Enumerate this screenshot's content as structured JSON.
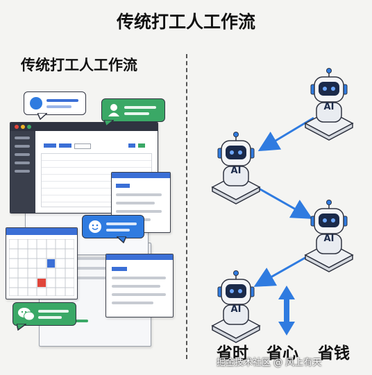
{
  "title": "传统打工人工作流",
  "left_heading": "传统打工人工作流",
  "robot_label": "AI",
  "benefits": [
    "省时",
    "省心",
    "省钱"
  ],
  "watermark": "掘金技术社区 @ 风上有天",
  "colors": {
    "accent_blue": "#3b6fd6",
    "accent_green": "#3aa866",
    "chat_blue": "#2f7be0",
    "calendar_red": "#e0453a",
    "robot_body": "#e9ecf1",
    "robot_face": "#1b2a4a"
  },
  "icons": [
    "user-icon",
    "smiley-icon",
    "wechat-icon",
    "robot-icon",
    "arrow-icon"
  ]
}
